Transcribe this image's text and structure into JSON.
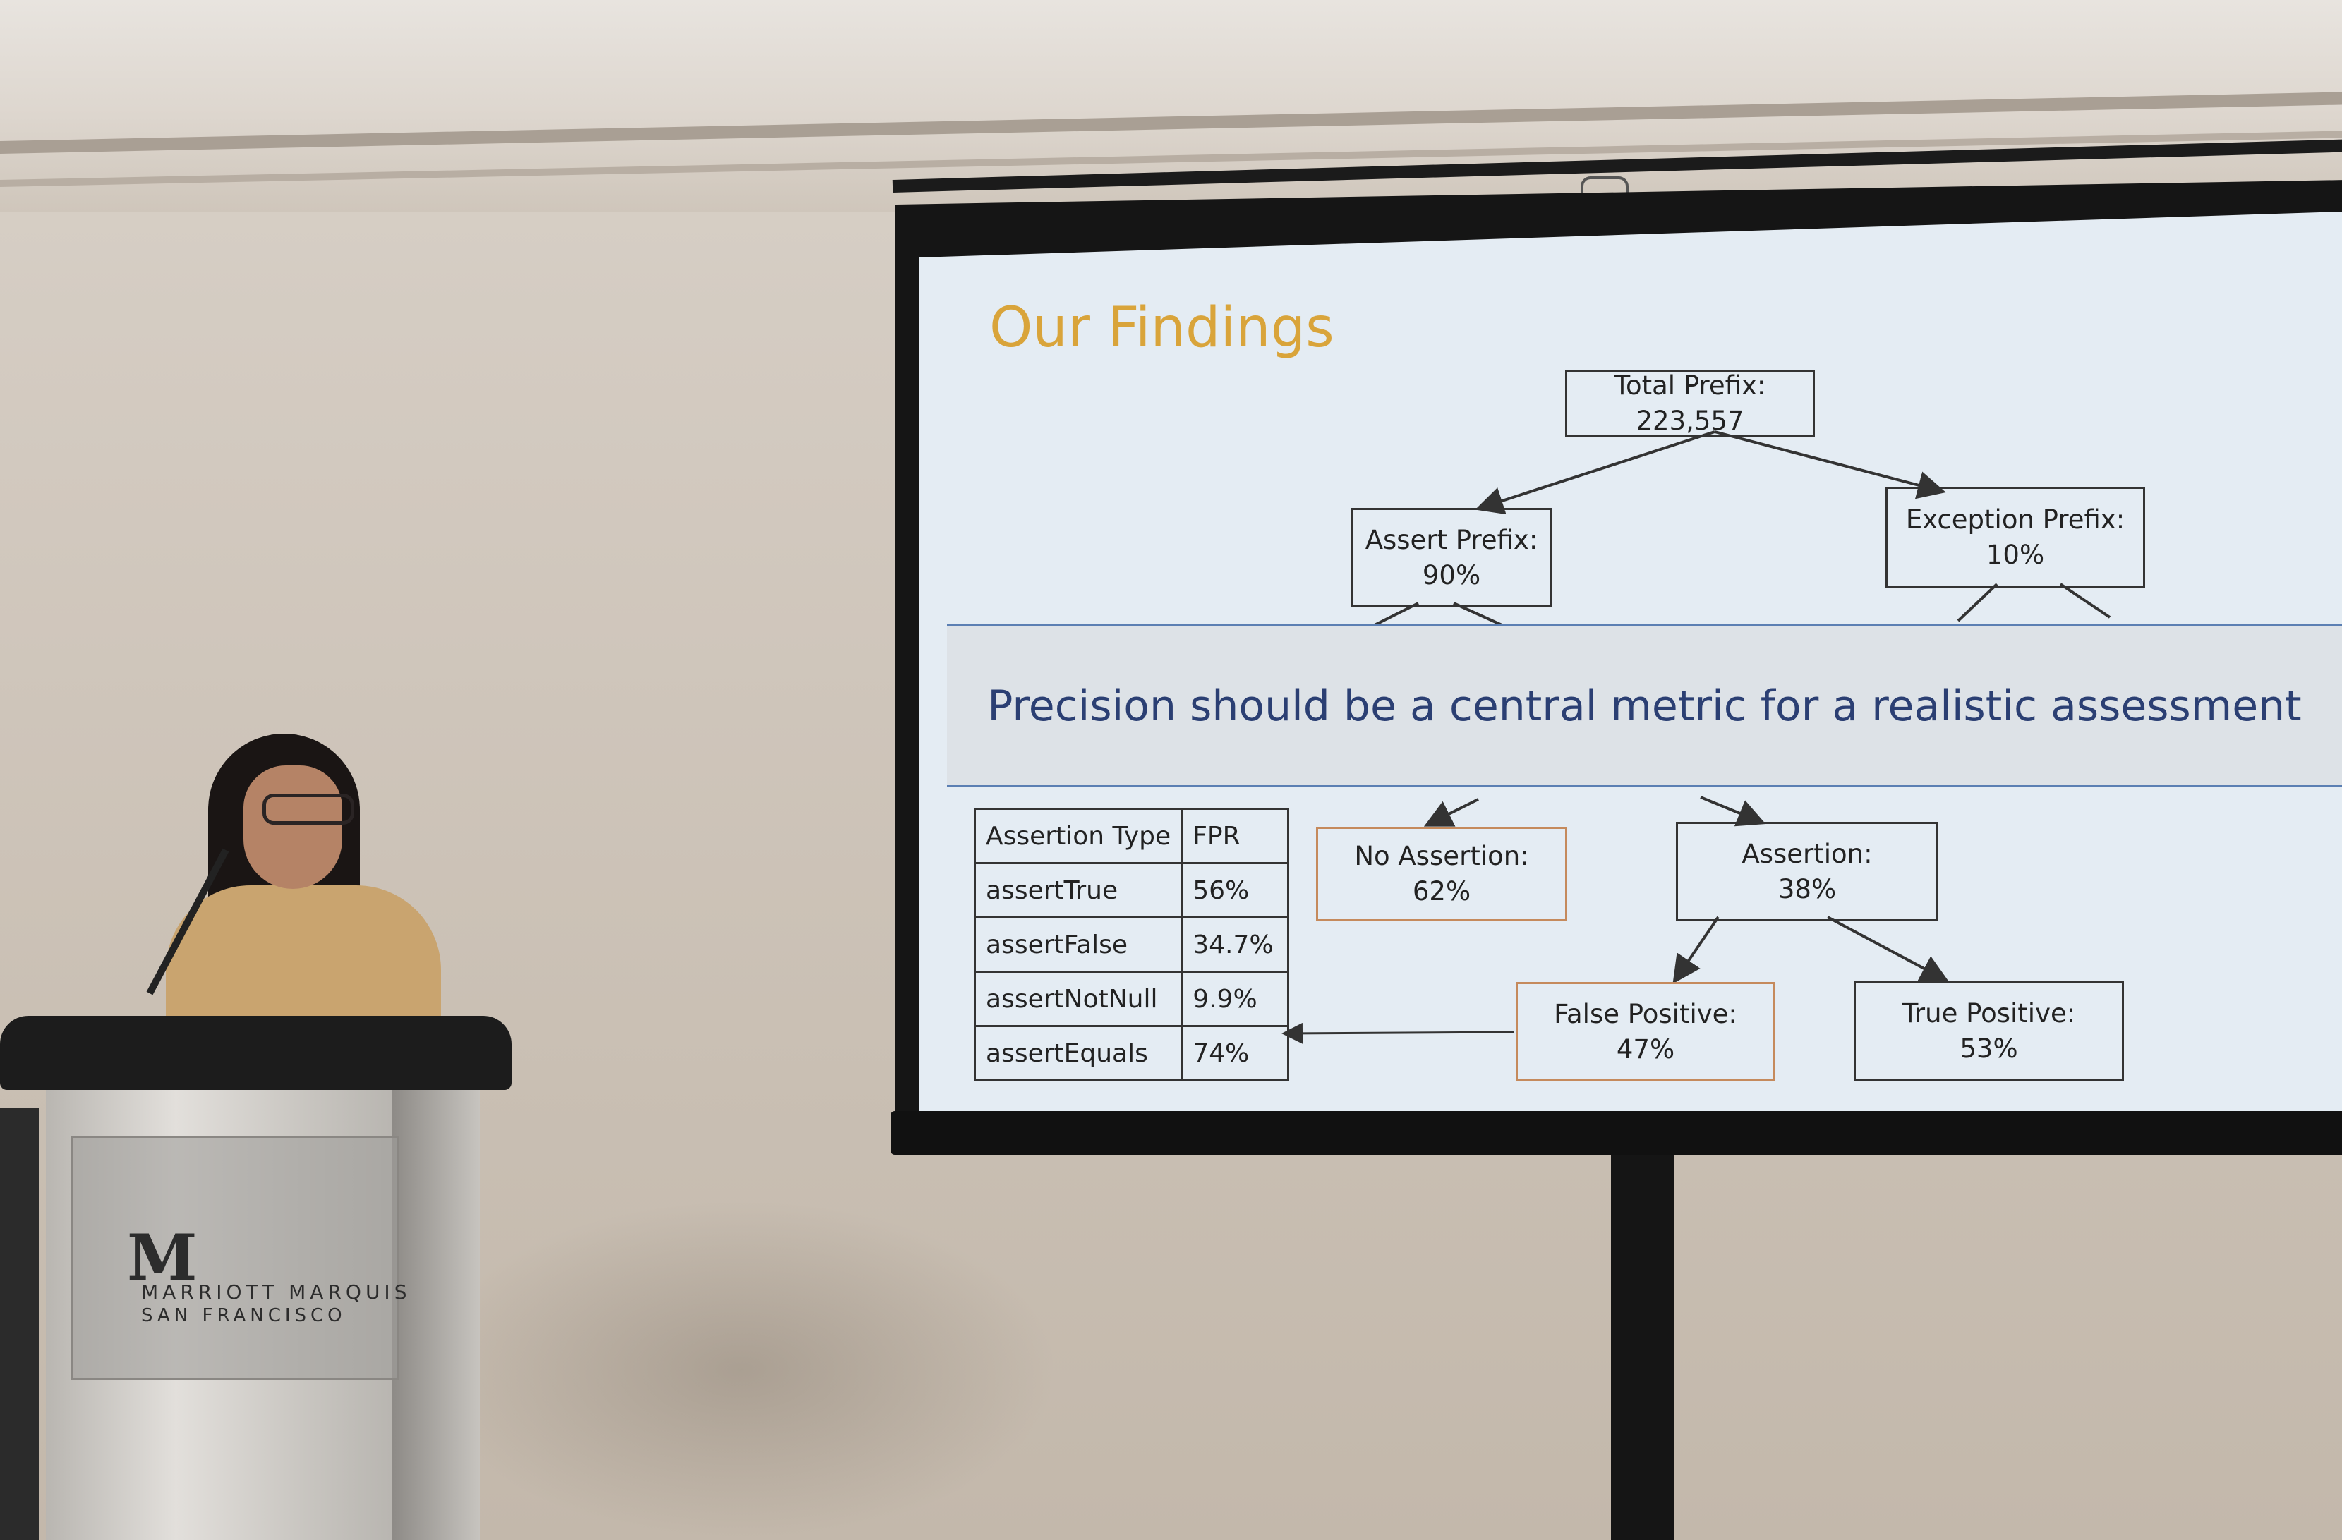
{
  "slide": {
    "title": "Our Findings",
    "banner": "Precision should be a central metric for a realistic assessment",
    "nodes": {
      "total": "Total Prefix: 223,557",
      "assert_label": "Assert Prefix:",
      "assert_value": "90%",
      "exception_label": "Exception Prefix:",
      "exception_value": "10%",
      "no_assertion_label": "No Assertion:",
      "no_assertion_value": "62%",
      "assertion_label": "Assertion:",
      "assertion_value": "38%",
      "false_positive_label": "False Positive:",
      "false_positive_value": "47%",
      "true_positive_label": "True Positive:",
      "true_positive_value": "53%"
    },
    "table": {
      "header": [
        "Assertion Type",
        "FPR"
      ],
      "rows": [
        [
          "assertTrue",
          "56%"
        ],
        [
          "assertFalse",
          "34.7%"
        ],
        [
          "assertNotNull",
          "9.9%"
        ],
        [
          "assertEquals",
          "74%"
        ]
      ]
    }
  },
  "podium": {
    "logo_letter": "M",
    "brand": "MARRIOTT MARQUIS",
    "city": "SAN FRANCISCO"
  }
}
